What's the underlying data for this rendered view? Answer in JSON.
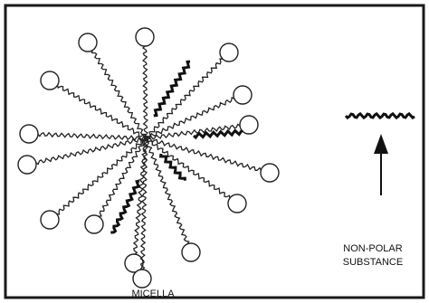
{
  "diagram": {
    "labels": {
      "micella": "MICELLA",
      "non_polar_line1": "NON-POLAR",
      "non_polar_line2": "SUBSTANCE"
    },
    "colors": {
      "frame": "#1a1a1a",
      "tail": "#222222",
      "nonpolar": "#111111",
      "head_fill": "#ffffff",
      "background": "#ffffff"
    },
    "lipid_count": 15,
    "nonpolar_molecules_in_micelle": 4,
    "free_nonpolar_molecules": 1,
    "arrow_direction": "up"
  }
}
